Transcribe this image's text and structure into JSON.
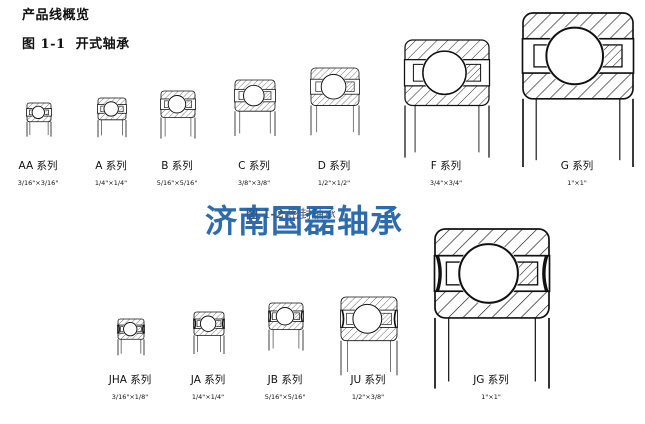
{
  "overview_title": "产品线概览",
  "figure1": {
    "num": "图 1-1",
    "title": "开式轴承"
  },
  "figure2": {
    "num": "图 1-2",
    "title": "密封轴承"
  },
  "watermark": "济南国磊轴承",
  "series_row1": [
    {
      "label": "AA 系列",
      "size": "3/16\"×3/16\""
    },
    {
      "label": "A 系列",
      "size": "1/4\"×1/4\""
    },
    {
      "label": "B 系列",
      "size": "5/16\"×5/16\""
    },
    {
      "label": "C 系列",
      "size": "3/8\"×3/8\""
    },
    {
      "label": "D 系列",
      "size": "1/2\"×1/2\""
    },
    {
      "label": "F 系列",
      "size": "3/4\"×3/4\""
    },
    {
      "label": "G 系列",
      "size": "1\"×1\""
    }
  ],
  "series_row2": [
    {
      "label": "JHA 系列",
      "size": "3/16\"×1/8\""
    },
    {
      "label": "JA 系列",
      "size": "1/4\"×1/4\""
    },
    {
      "label": "JB 系列",
      "size": "5/16\"×5/16\""
    },
    {
      "label": "JU 系列",
      "size": "1/2\"×3/8\""
    },
    {
      "label": "JG 系列",
      "size": "1\"×1\""
    }
  ]
}
